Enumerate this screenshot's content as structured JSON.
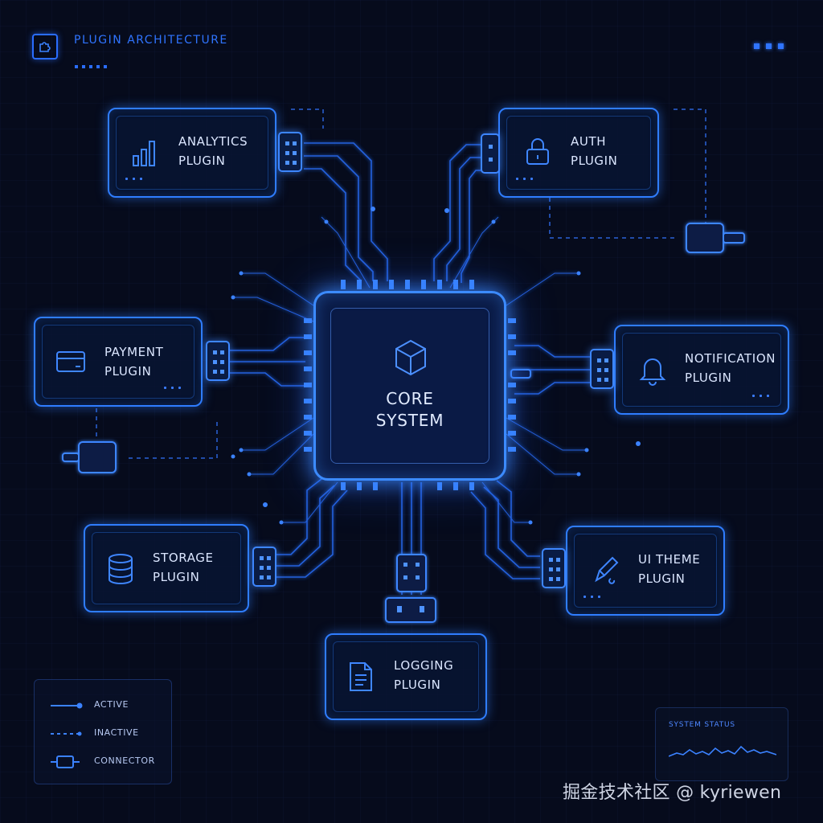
{
  "header": {
    "title": "PLUGIN ARCHITECTURE"
  },
  "core": {
    "line1": "CORE",
    "line2": "SYSTEM"
  },
  "plugins": [
    {
      "id": "analytics",
      "line1": "ANALYTICS",
      "line2": "PLUGIN",
      "icon": "bar-chart-icon"
    },
    {
      "id": "auth",
      "line1": "AUTH",
      "line2": "PLUGIN",
      "icon": "lock-icon"
    },
    {
      "id": "payment",
      "line1": "PAYMENT",
      "line2": "PLUGIN",
      "icon": "credit-card-icon"
    },
    {
      "id": "notification",
      "line1": "NOTIFICATION",
      "line2": "PLUGIN",
      "icon": "bell-icon"
    },
    {
      "id": "storage",
      "line1": "STORAGE",
      "line2": "PLUGIN",
      "icon": "database-icon"
    },
    {
      "id": "ui-theme",
      "line1": "UI THEME",
      "line2": "PLUGIN",
      "icon": "brush-icon"
    },
    {
      "id": "logging",
      "line1": "LOGGING",
      "line2": "PLUGIN",
      "icon": "document-icon"
    }
  ],
  "legend": {
    "active": "ACTIVE",
    "inactive": "INACTIVE",
    "connector": "CONNECTOR"
  },
  "status": {
    "label": "SYSTEM STATUS"
  },
  "watermark": "掘金技术社区 @ kyriewen",
  "colors": {
    "background": "#060b1c",
    "accent": "#2f7dff",
    "glow": "#3c8bff",
    "text": "#dbe6ff"
  }
}
